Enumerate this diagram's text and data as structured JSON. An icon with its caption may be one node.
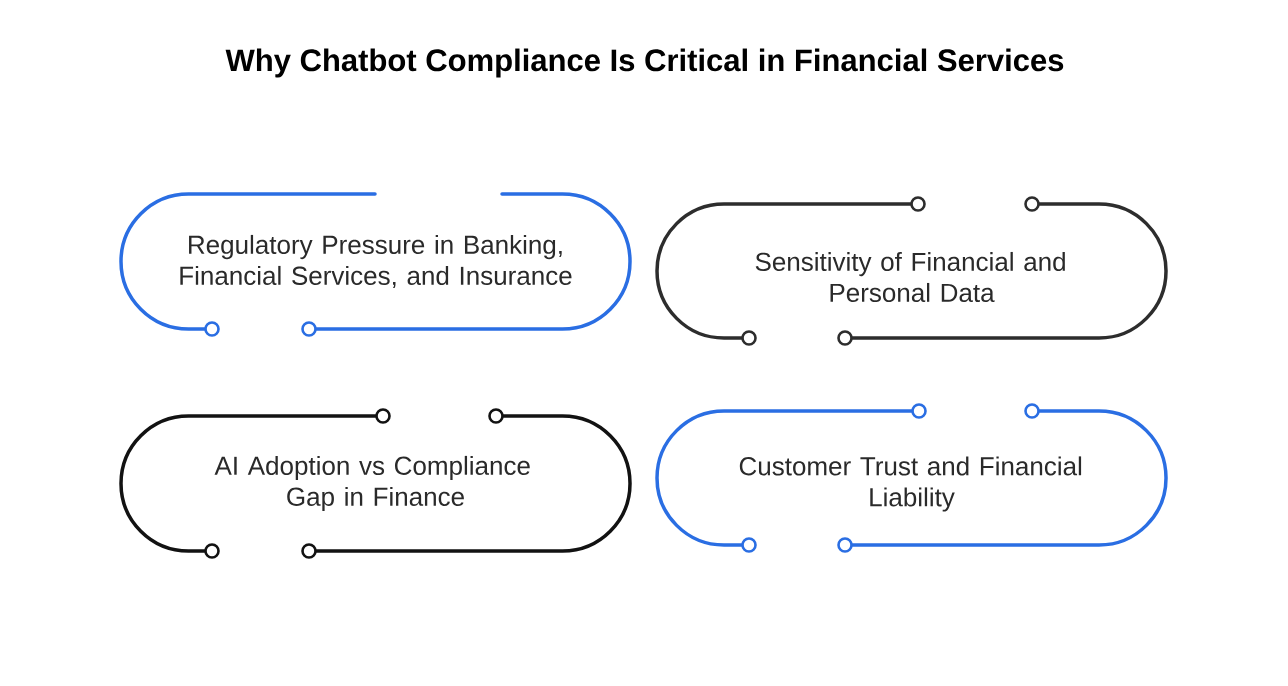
{
  "diagram": {
    "title": "Why Chatbot Compliance Is Critical in Financial Services",
    "nodes": [
      {
        "text": [
          "Regulatory Pressure in Banking, Financial Services, and Insurance"
        ]
      },
      {
        "text": [
          "Sensitivity of Financial and Personal Data"
        ]
      },
      {
        "text": [
          "AI Adoption vs Compliance Gap in Finance"
        ]
      },
      {
        "text": [
          "Customer Trust and Financial Liability"
        ]
      }
    ]
  }
}
